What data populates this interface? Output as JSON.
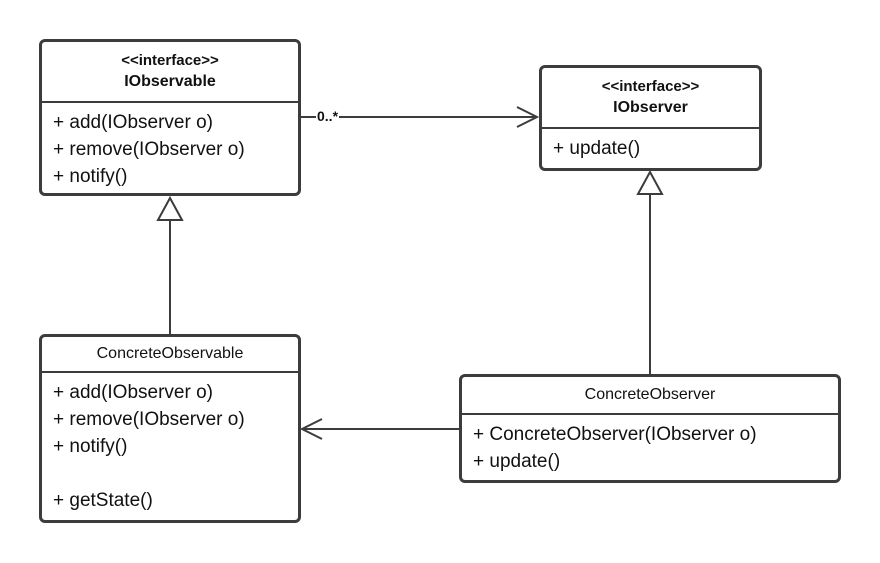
{
  "diagram": {
    "classes": {
      "iobservable": {
        "stereotype": "<<interface>>",
        "name": "IObservable",
        "members": [
          "+ add(IObserver o)",
          "+ remove(IObserver o)",
          "+ notify()"
        ]
      },
      "iobserver": {
        "stereotype": "<<interface>>",
        "name": "IObserver",
        "members": [
          "+ update()"
        ]
      },
      "concrete_observable": {
        "name": "ConcreteObservable",
        "members": [
          "+ add(IObserver o)",
          "+ remove(IObserver o)",
          "+ notify()"
        ],
        "extra_members": [
          "+ getState()"
        ]
      },
      "concrete_observer": {
        "name": "ConcreteObserver",
        "members": [
          "+ ConcreteObserver(IObserver o)",
          "+ update()"
        ]
      }
    },
    "relations": {
      "association_multiplicity": "0..*"
    },
    "colors": {
      "line": "#3c3c3c",
      "background": "#ffffff",
      "text": "#111111"
    }
  }
}
